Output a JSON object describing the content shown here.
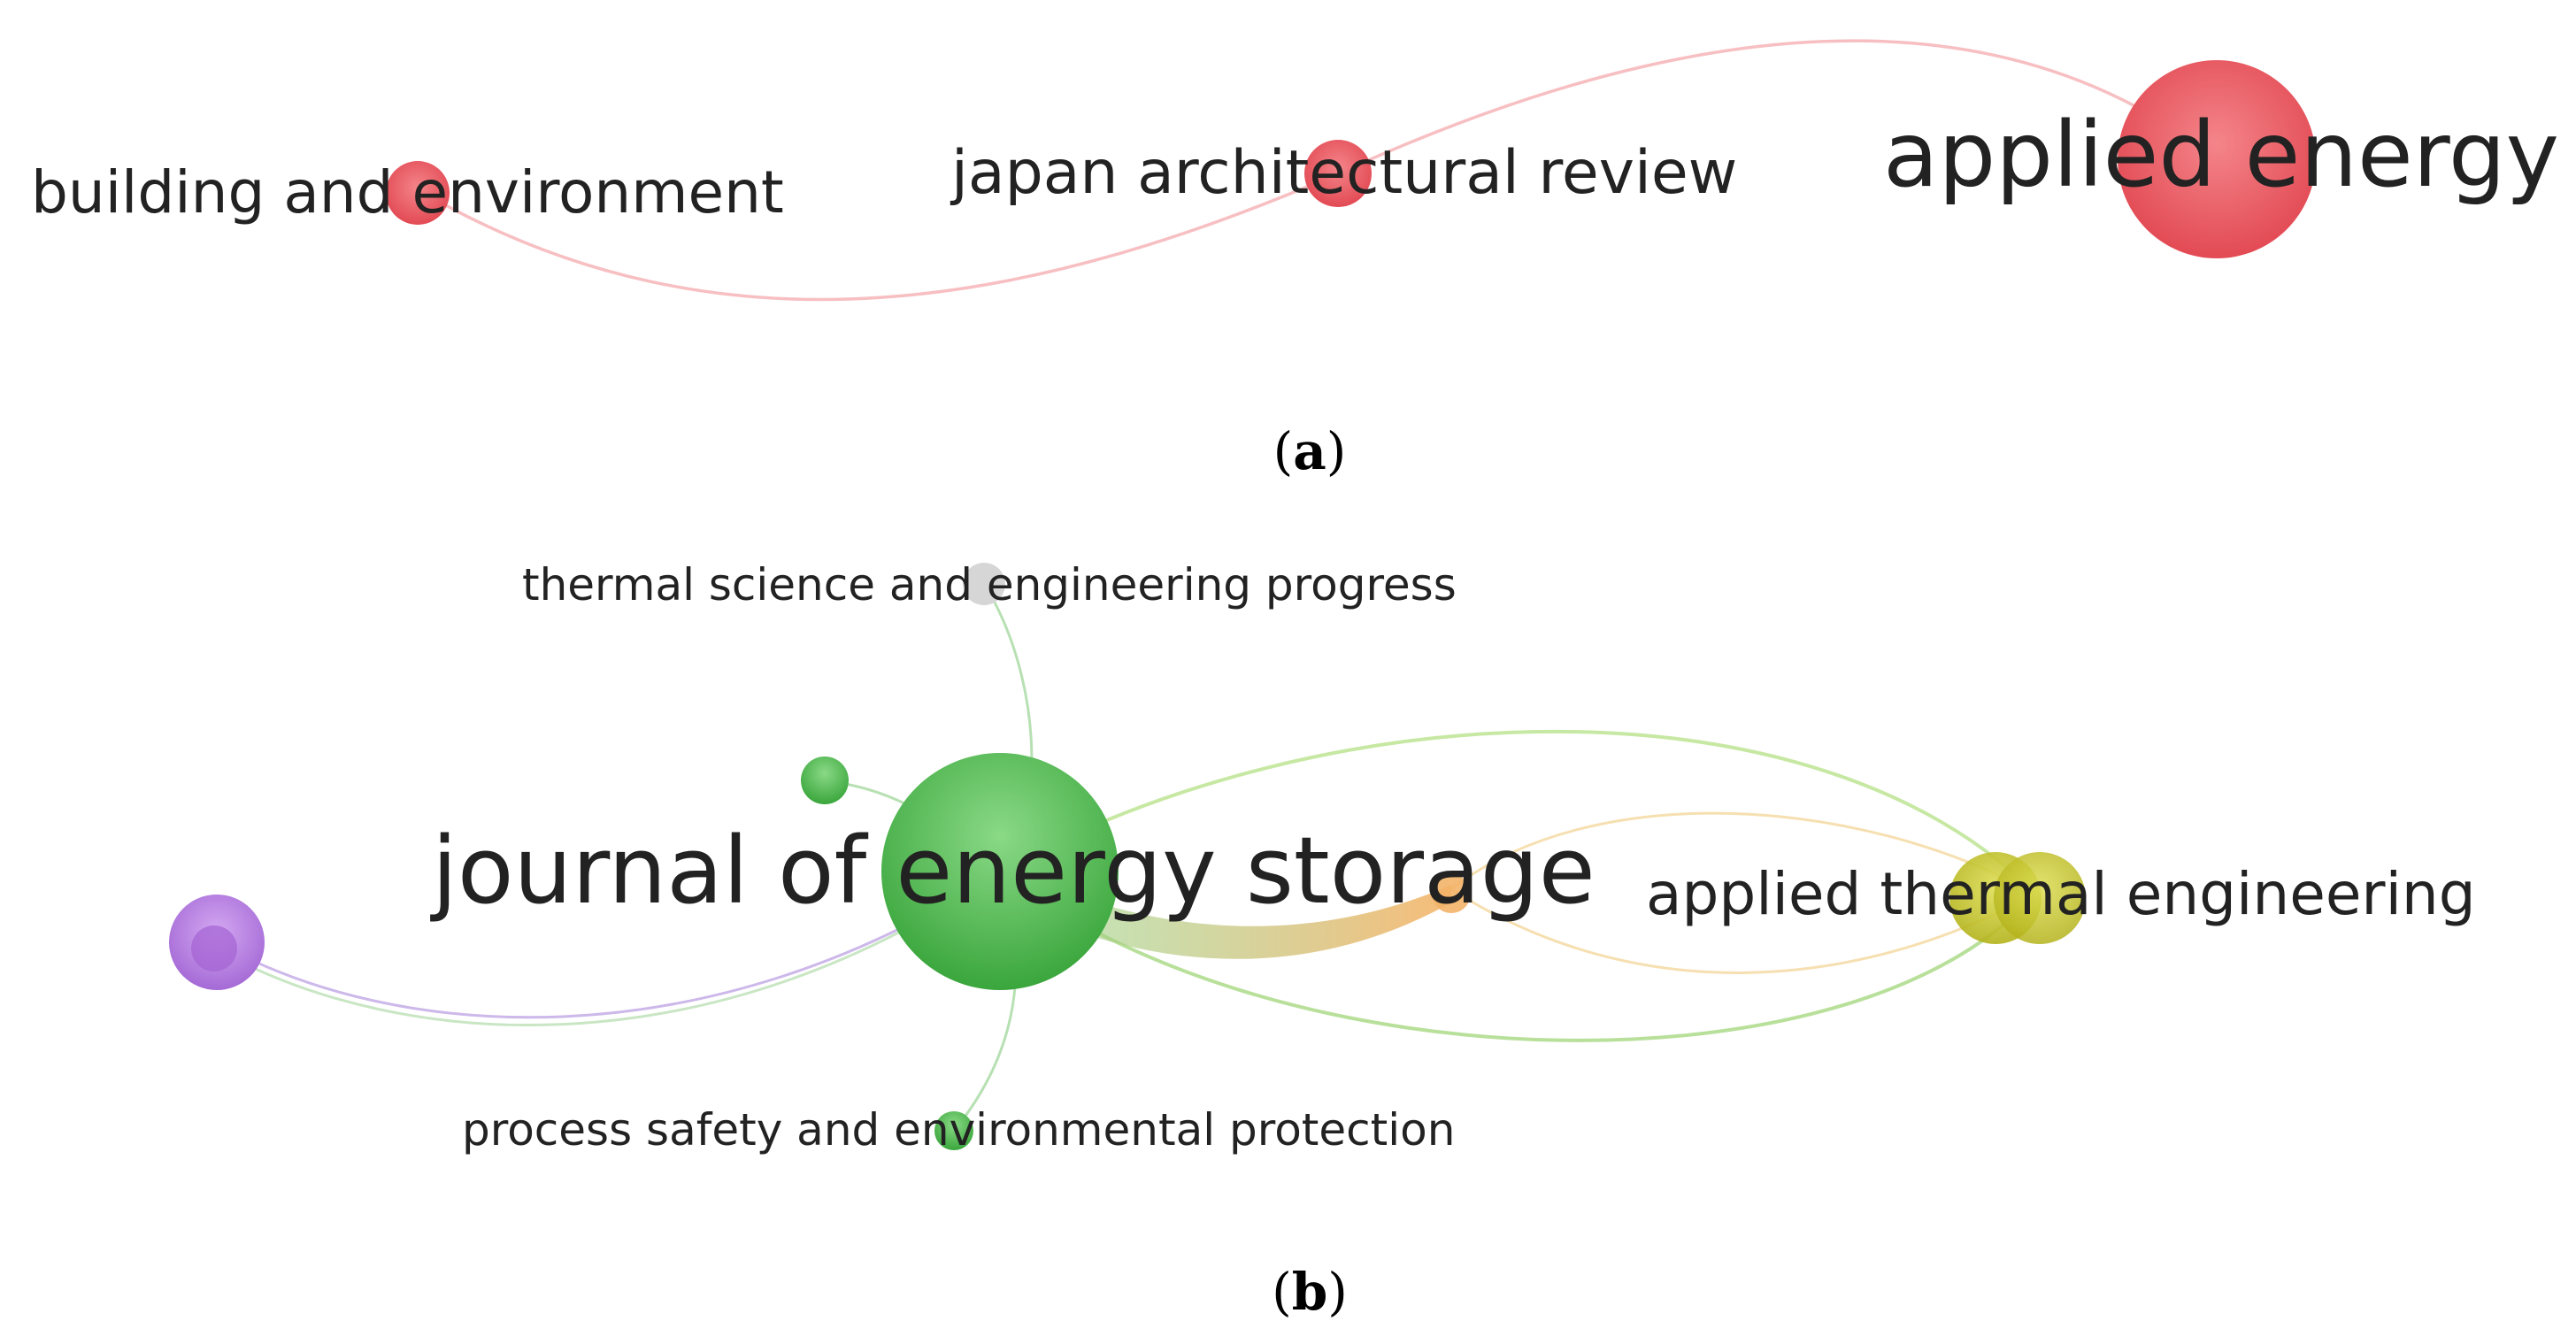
{
  "panels": [
    {
      "caption_open": "(",
      "caption_letter": "a",
      "caption_close": ")",
      "nodes": [
        {
          "label": "building and environment",
          "color": "#e8515a"
        },
        {
          "label": "japan architectural review",
          "color": "#e8515a"
        },
        {
          "label": "applied energy",
          "color": "#e8515a"
        }
      ]
    },
    {
      "caption_open": "(",
      "caption_letter": "b",
      "caption_close": ")",
      "nodes": [
        {
          "label": "thermal science and engineering progress",
          "color": "#cfcfcf"
        },
        {
          "label": "journal of energy storage",
          "color": "#4cbb4c"
        },
        {
          "label": "applied thermal engineering",
          "color": "#c9c82a"
        },
        {
          "label": "process safety and environmental protection",
          "color": "#4cbb4c"
        },
        {
          "label": "",
          "color": "#b57be0"
        },
        {
          "label": "",
          "color": "#4cbb4c"
        }
      ]
    }
  ],
  "colors": {
    "red_cluster": "#e8515a",
    "green_cluster": "#4cbb4c",
    "yellow_cluster": "#c9c82a",
    "purple_cluster": "#b57be0",
    "grey_cluster": "#cfcfcf",
    "orange_link": "#f3b368"
  }
}
